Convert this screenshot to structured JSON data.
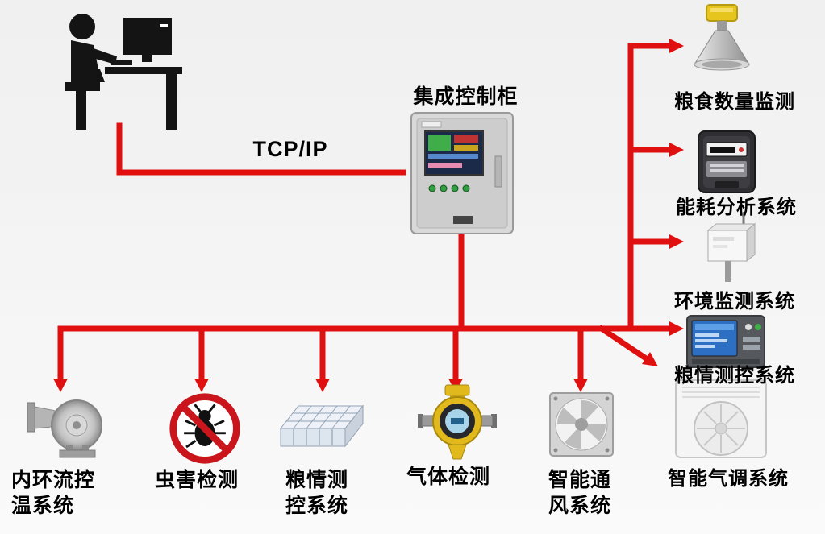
{
  "diagram": {
    "cabinet_label": "集成控制柜",
    "connection_label": "TCP/IP",
    "operator_station_icon": "operator-at-computer-icon"
  },
  "right_branches": [
    {
      "label": "粮食数量监测",
      "icon": "radar-level-sensor-icon"
    },
    {
      "label": "能耗分析系统",
      "icon": "energy-meter-icon"
    },
    {
      "label": "环境监测系统",
      "icon": "environment-sensor-icon"
    },
    {
      "label": "粮情测控系统",
      "icon": "grain-monitor-panel-icon"
    }
  ],
  "bottom_branches": [
    {
      "label": "内环流控温系统",
      "icon": "circulation-blower-icon"
    },
    {
      "label": "虫害检测",
      "icon": "no-pest-icon"
    },
    {
      "label": "粮情测控系统",
      "icon": "grain-cable-tray-icon"
    },
    {
      "label": "气体检测",
      "icon": "gas-detector-icon"
    },
    {
      "label": "智能通风系统",
      "icon": "ventilation-fan-icon"
    },
    {
      "label": "智能气调系统",
      "icon": "air-conditioning-unit-icon"
    }
  ],
  "colors": {
    "connector": "#e01010",
    "text": "#000000",
    "background": "#f3f3f3"
  }
}
